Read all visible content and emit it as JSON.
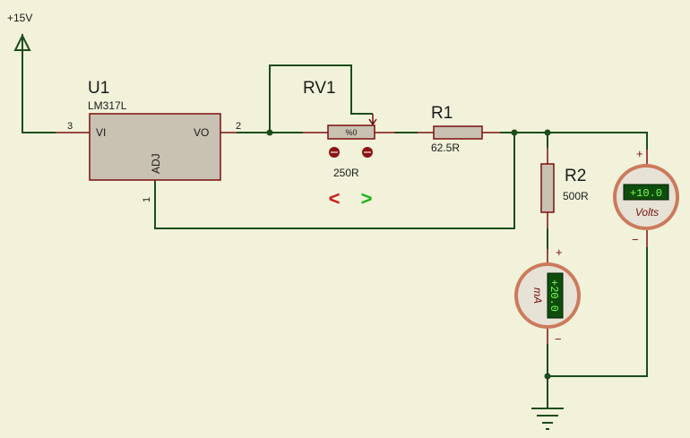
{
  "power": {
    "label": "+15V"
  },
  "u1": {
    "ref": "U1",
    "part": "LM317L",
    "pin_vi": "VI",
    "pin_vo": "VO",
    "pin_adj": "ADJ",
    "pin3": "3",
    "pin2": "2",
    "pin1": "1"
  },
  "rv1": {
    "ref": "RV1",
    "value": "250R",
    "setting": "%0",
    "dec_glyph": "<",
    "inc_glyph": ">"
  },
  "r1": {
    "ref": "R1",
    "value": "62.5R"
  },
  "r2": {
    "ref": "R2",
    "value": "500R"
  },
  "voltmeter": {
    "reading": "+10.0",
    "unit": "Volts",
    "plus": "+",
    "minus": "−"
  },
  "ammeter": {
    "reading": "+20.0",
    "unit": "mA",
    "plus": "+",
    "minus": "−"
  },
  "colors": {
    "background": "#f2f2da",
    "wire": "#1c4d1c",
    "component_fill": "#c9c1b1",
    "component_stroke": "#7a1010",
    "meter_rim": "#b0573a",
    "lcd_bg": "#0e4d0e",
    "lcd_text": "#7cff4c",
    "dec_arrow": "#cc1a1a",
    "inc_arrow": "#1bb31b"
  }
}
